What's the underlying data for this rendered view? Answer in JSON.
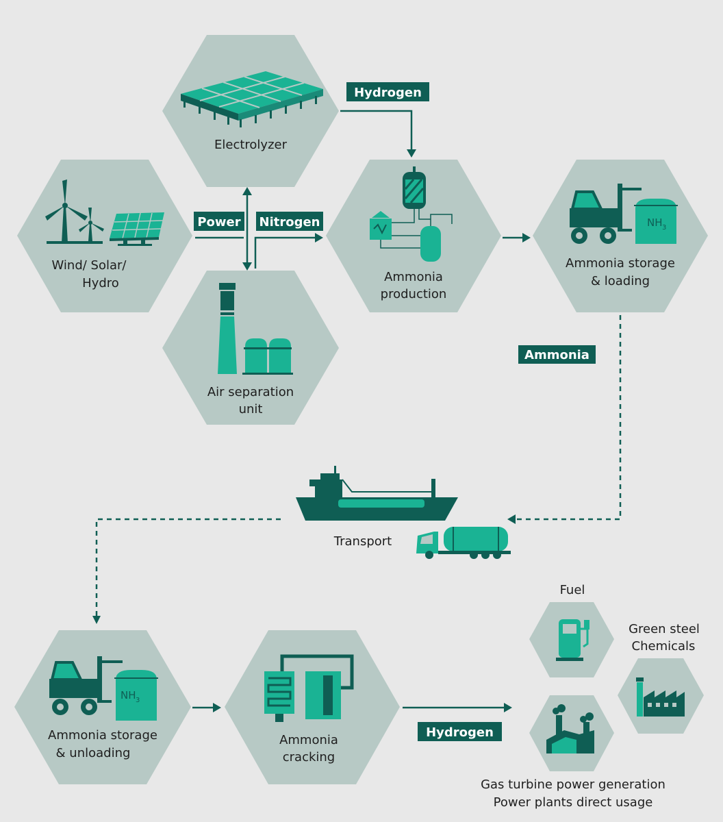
{
  "nodes": {
    "electrolyzer": "Electrolyzer",
    "renewables": [
      "Wind/ Solar/",
      "Hydro"
    ],
    "air_separation": [
      "Air separation",
      "unit"
    ],
    "ammonia_production": [
      "Ammonia",
      "production"
    ],
    "storage_loading": [
      "Ammonia storage",
      "& loading"
    ],
    "transport": "Transport",
    "storage_unloading": [
      "Ammonia storage",
      "& unloading"
    ],
    "cracking": [
      "Ammonia",
      "cracking"
    ],
    "fuel": "Fuel",
    "green_steel": [
      "Green steel",
      "Chemicals"
    ],
    "gas_turbine": [
      "Gas turbine power generation",
      "Power plants direct usage"
    ]
  },
  "tags": {
    "hydrogen_top": "Hydrogen",
    "power": "Power",
    "nitrogen": "Nitrogen",
    "ammonia": "Ammonia",
    "hydrogen_bottom": "Hydrogen"
  },
  "icons": {
    "nh3": "NH",
    "nh3_sub": "3"
  },
  "colors": {
    "background": "#e8e8e8",
    "hexagon": "#b7c9c5",
    "dark_green": "#0f5e54",
    "accent_green": "#1ab394",
    "text": "#1e1e1e"
  }
}
